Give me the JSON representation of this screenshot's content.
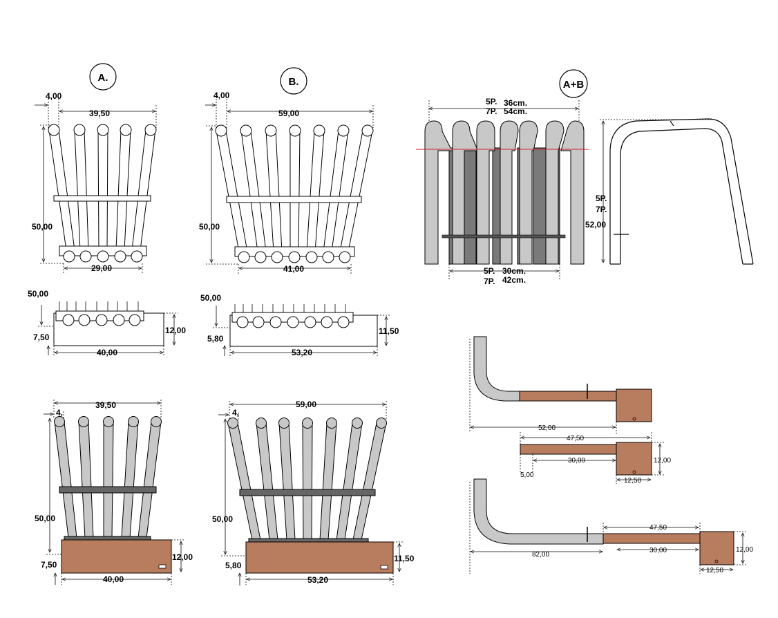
{
  "colors": {
    "tube_fill": "#c8c8c8",
    "tube_dark": "#7a7a7a",
    "wood": "#b87c5e",
    "line": "#000000",
    "red_line": "#d02020"
  },
  "panel_a": {
    "title": "A.",
    "dim_offset": "4,00",
    "dim_width_top": "39,50",
    "dim_height": "50,00",
    "dim_width_bottom": "29,00"
  },
  "panel_b": {
    "title": "B.",
    "dim_offset": "4,00",
    "dim_width_top": "59,00",
    "dim_height": "50,00",
    "dim_width_bottom": "41,00"
  },
  "panel_ab": {
    "title": "A+B",
    "top_5p": "5P.",
    "top_5p_val": "36cm.",
    "top_7p": "7P.",
    "top_7p_val": "54cm.",
    "bottom_5p": "5P.",
    "bottom_5p_val": "30cm.",
    "bottom_7p": "7P.",
    "bottom_7p_val": "42cm.",
    "side_5p": "5P.",
    "side_7p": "7P.",
    "side_height": "52,00"
  },
  "side_a": {
    "dim_tube_height": "50,00",
    "dim_base_offset": "7,50",
    "dim_base_height": "12,00",
    "dim_base_width": "40,00"
  },
  "side_b": {
    "dim_tube_height": "50,00",
    "dim_base_offset": "5,80",
    "dim_base_height": "11,50",
    "dim_base_width": "53,20"
  },
  "render_a": {
    "dim_width_top": "39,50",
    "dim_offset": "4,",
    "dim_height": "50,00",
    "dim_base_offset": "7,50",
    "dim_base_height": "12,00",
    "dim_base_width": "40,00"
  },
  "render_b": {
    "dim_width_top": "59,00",
    "dim_offset": "4,",
    "dim_height": "50,00",
    "dim_base_offset": "5,80",
    "dim_base_height": "11,50",
    "dim_base_width": "53,20"
  },
  "handle_1": {
    "dim_total": "52,00"
  },
  "handle_detail": {
    "dim_length": "47,50",
    "dim_inner": "30,00",
    "dim_height": "12,00",
    "dim_offset": "5,00",
    "dim_block": "12,50"
  },
  "handle_2": {
    "dim_length": "47,50",
    "dim_total": "82,00",
    "dim_inner": "30,00",
    "dim_height": "12,00",
    "dim_block": "12,50"
  }
}
